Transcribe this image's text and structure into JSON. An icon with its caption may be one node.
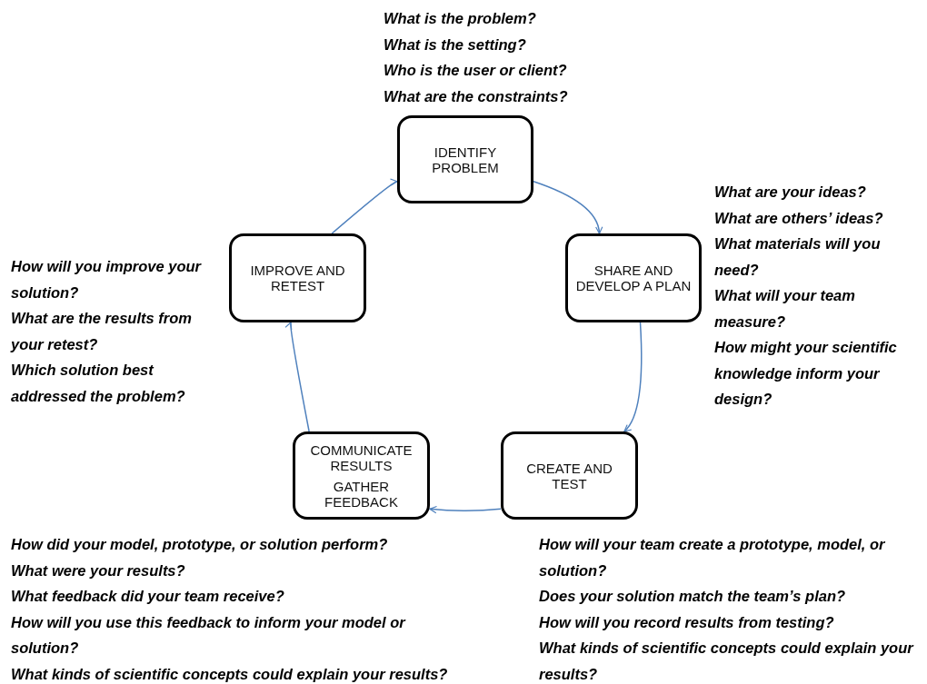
{
  "diagram": {
    "nodes": [
      {
        "text": [
          "IDENTIFY PROBLEM"
        ],
        "beside": [
          "What is the problem?",
          "What is the setting?",
          "Who is the user or client?",
          "What are the constraints?"
        ]
      },
      {
        "text": [
          "SHARE AND DEVELOP A PLAN"
        ],
        "beside": [
          "What are your ideas?",
          "What are others’ ideas?",
          "What materials will you need?",
          "What will your team measure?",
          "How might your scientific knowledge inform your design?"
        ]
      },
      {
        "text": [
          "CREATE AND TEST"
        ],
        "beside": [
          "How will your team create a prototype, model, or solution?",
          "Does your solution match the team’s plan?",
          "How will you record results from testing?",
          "What kinds of scientific concepts could explain your results?"
        ]
      },
      {
        "text": [
          "COMMUNICATE RESULTS",
          "GATHER FEEDBACK"
        ],
        "beside": [
          "How did your model, prototype, or solution perform?",
          "What were your results?",
          "What feedback did your team receive?",
          "How will you use this feedback to inform your model or solution?",
          "What kinds of scientific concepts could explain your results?"
        ]
      },
      {
        "text": [
          "IMPROVE AND RETEST"
        ],
        "beside": [
          "How will you improve your solution?",
          "What are the results from your retest?",
          "Which solution best addressed the problem?"
        ]
      }
    ],
    "edges": [
      {
        "from": 0,
        "to": 1,
        "arrow": "to"
      },
      {
        "from": 1,
        "to": 2,
        "arrow": "to"
      },
      {
        "from": 2,
        "to": 3,
        "arrow": "to"
      },
      {
        "from": 3,
        "to": 4,
        "arrow": "to"
      },
      {
        "from": 4,
        "to": 0,
        "arrow": "to"
      }
    ]
  }
}
